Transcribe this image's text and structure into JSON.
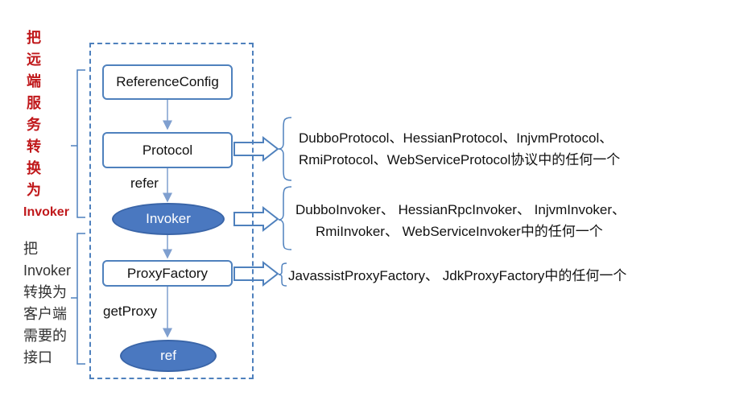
{
  "side_notes": {
    "remote_to_invoker": [
      "把",
      "远",
      "端",
      "服",
      "务",
      "转",
      "换",
      "为",
      "Invoker"
    ],
    "invoker_to_interface": [
      "把",
      "Invoker",
      "转换为",
      "客户端",
      "需要的",
      "接口"
    ]
  },
  "nodes": {
    "reference_config": "ReferenceConfig",
    "protocol": "Protocol",
    "invoker": "Invoker",
    "proxy_factory": "ProxyFactory",
    "ref": "ref"
  },
  "edges": {
    "refer": "refer",
    "get_proxy": "getProxy"
  },
  "implementations": {
    "protocol": [
      "DubboProtocol、HessianProtocol、InjvmProtocol、",
      "RmiProtocol、WebServiceProtocol协议中的任何一个"
    ],
    "invoker": [
      "DubboInvoker、 HessianRpcInvoker、 InjvmInvoker、",
      "RmiInvoker、 WebServiceInvoker中的任何一个"
    ],
    "proxy_factory": [
      "JavassistProxyFactory、 JdkProxyFactory中的任何一个"
    ]
  },
  "colors": {
    "accent_blue": "#4f81bd",
    "ellipse_fill": "#4a78c0",
    "note_red": "#c0181b"
  }
}
